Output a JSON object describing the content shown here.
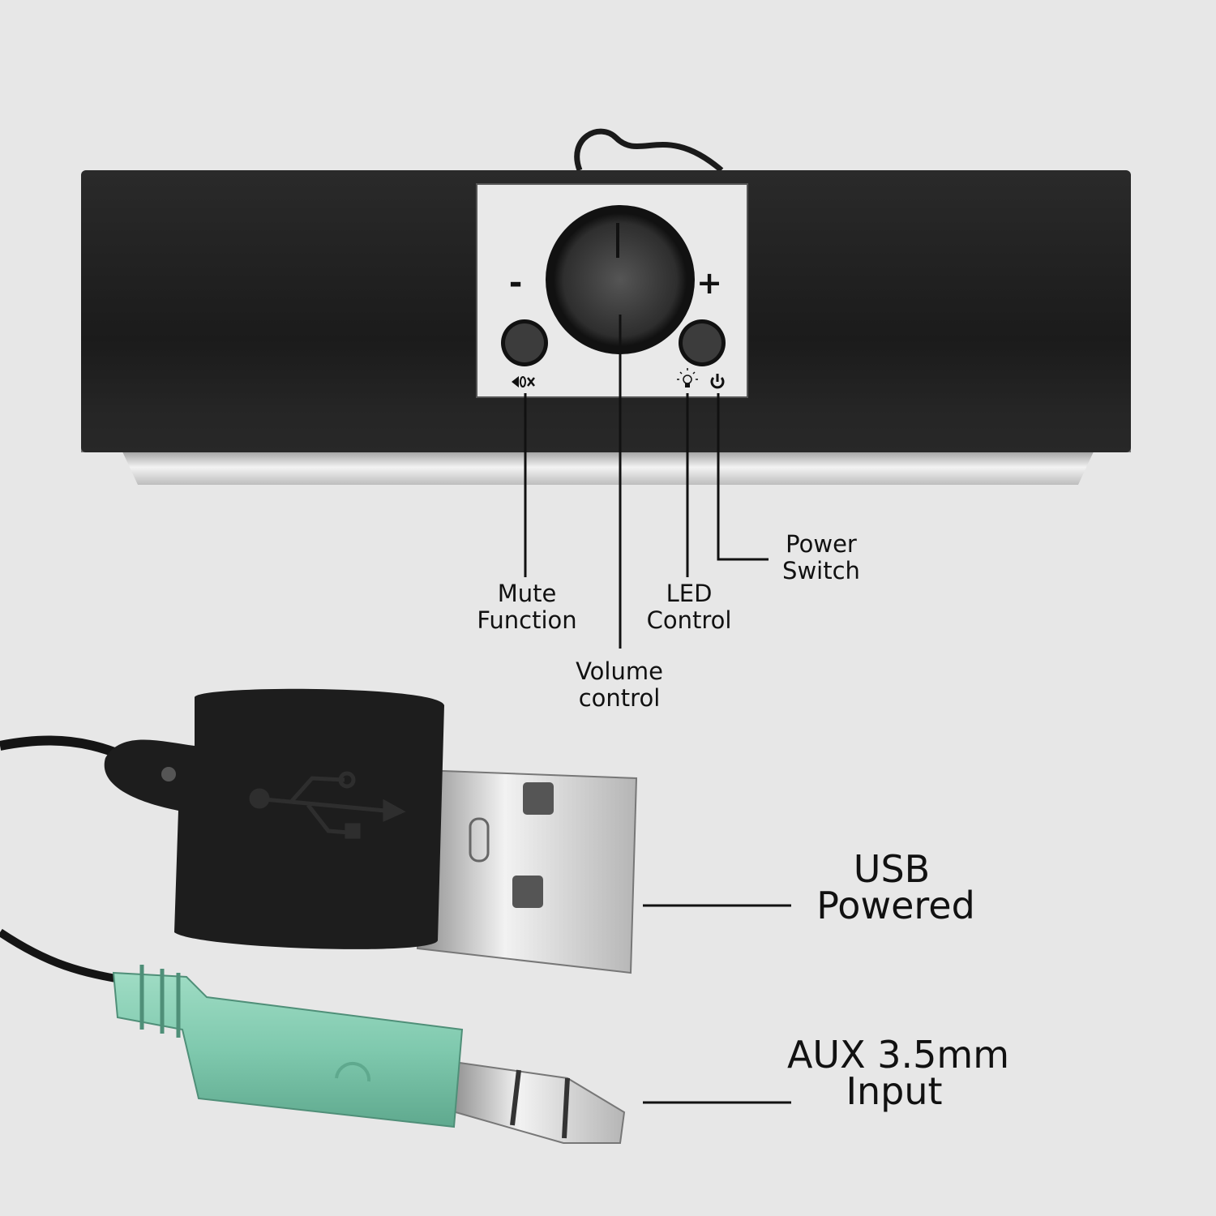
{
  "panel": {
    "minus_symbol": "-",
    "plus_symbol": "+"
  },
  "callouts": {
    "mute": {
      "line1": "Mute",
      "line2": "Function"
    },
    "volume": {
      "line1": "Volume",
      "line2": "control"
    },
    "led": {
      "line1": "LED",
      "line2": "Control"
    },
    "power": {
      "line1": "Power",
      "line2": "Switch"
    },
    "usb": {
      "line1": "USB",
      "line2": "Powered"
    },
    "aux": {
      "line1": "AUX 3.5mm",
      "line2": "Input"
    }
  },
  "colors": {
    "background": "#e7e7e7",
    "speaker_body": "#1e1e1e",
    "panel": "#e9e9e9",
    "jack_plug": "#7fc9ae"
  },
  "icons": [
    "mute-icon",
    "led-bulb-icon",
    "power-icon",
    "usb-trident-icon",
    "headphone-icon"
  ]
}
